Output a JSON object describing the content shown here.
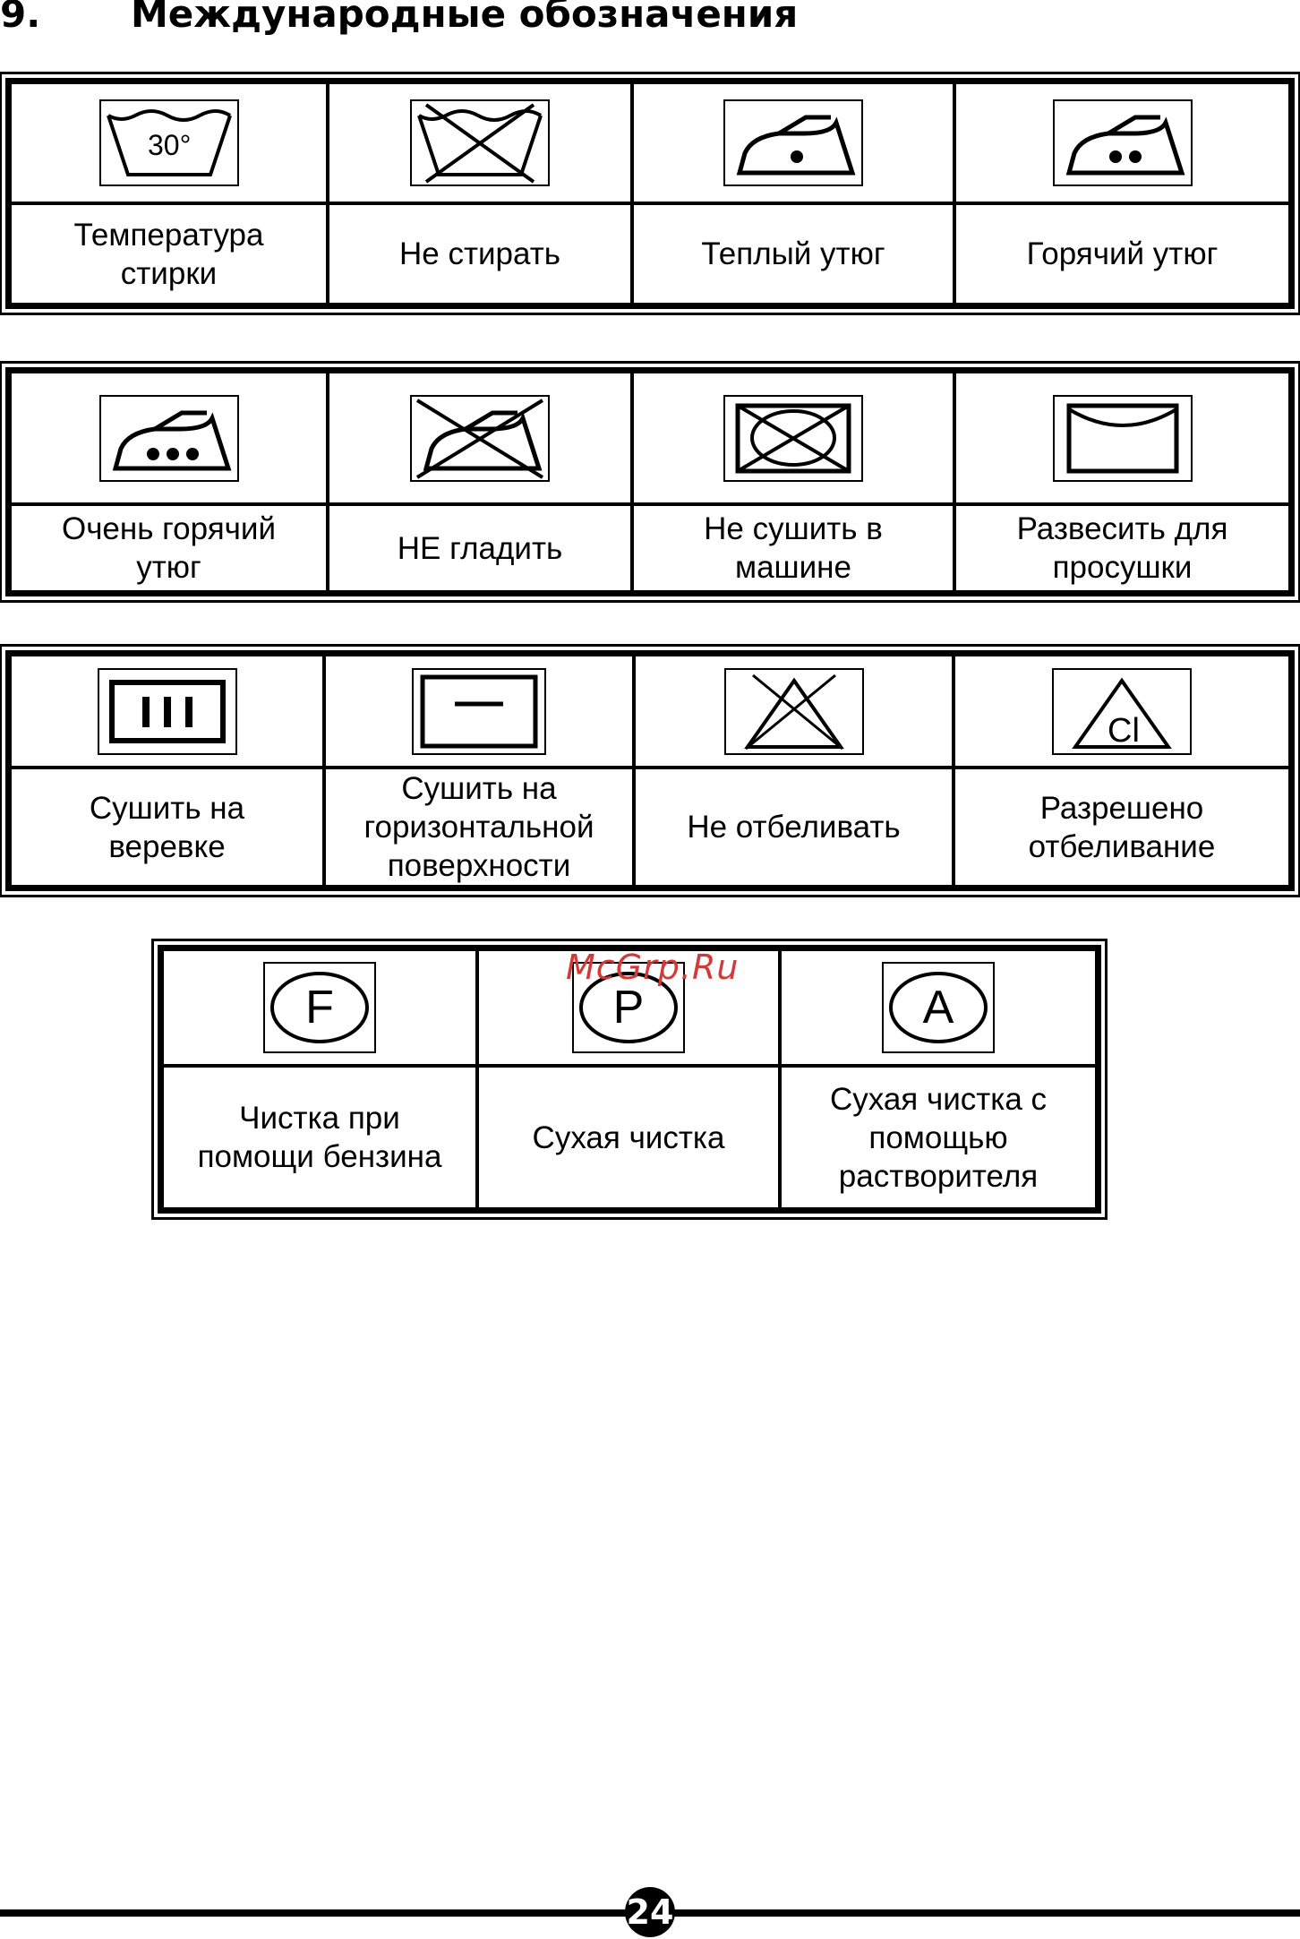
{
  "section": {
    "number": "9.",
    "title": "Международные обозначения"
  },
  "watermark": "McGrp.Ru",
  "tables": [
    [
      {
        "icon": "wash-30-icon",
        "label": "Температура стирки",
        "temp": "30°"
      },
      {
        "icon": "no-wash-icon",
        "label": "Не стирать"
      },
      {
        "icon": "iron-warm-icon",
        "label": "Теплый утюг"
      },
      {
        "icon": "iron-hot-icon",
        "label": "Горячий утюг"
      }
    ],
    [
      {
        "icon": "iron-very-hot-icon",
        "label": "Очень горячий утюг"
      },
      {
        "icon": "no-iron-icon",
        "label": "НЕ гладить"
      },
      {
        "icon": "no-tumble-dry-icon",
        "label": "Не сушить в машине"
      },
      {
        "icon": "hang-dry-icon",
        "label": "Развесить для просушки"
      }
    ],
    [
      {
        "icon": "line-dry-icon",
        "label": "Сушить на веревке"
      },
      {
        "icon": "dry-flat-icon",
        "label": "Сушить на горизонтальной поверхности"
      },
      {
        "icon": "no-bleach-icon",
        "label": "Не отбеливать"
      },
      {
        "icon": "bleach-allowed-icon",
        "label": "Разрешено отбеливание",
        "mark": "Cl"
      }
    ],
    [
      {
        "icon": "dry-clean-f-icon",
        "label": "Чистка при помощи бензина",
        "mark": "F"
      },
      {
        "icon": "dry-clean-p-icon",
        "label": "Сухая чистка",
        "mark": "P"
      },
      {
        "icon": "dry-clean-a-icon",
        "label": "Сухая чистка с помощью растворителя",
        "mark": "A"
      }
    ]
  ],
  "page_number": "24"
}
